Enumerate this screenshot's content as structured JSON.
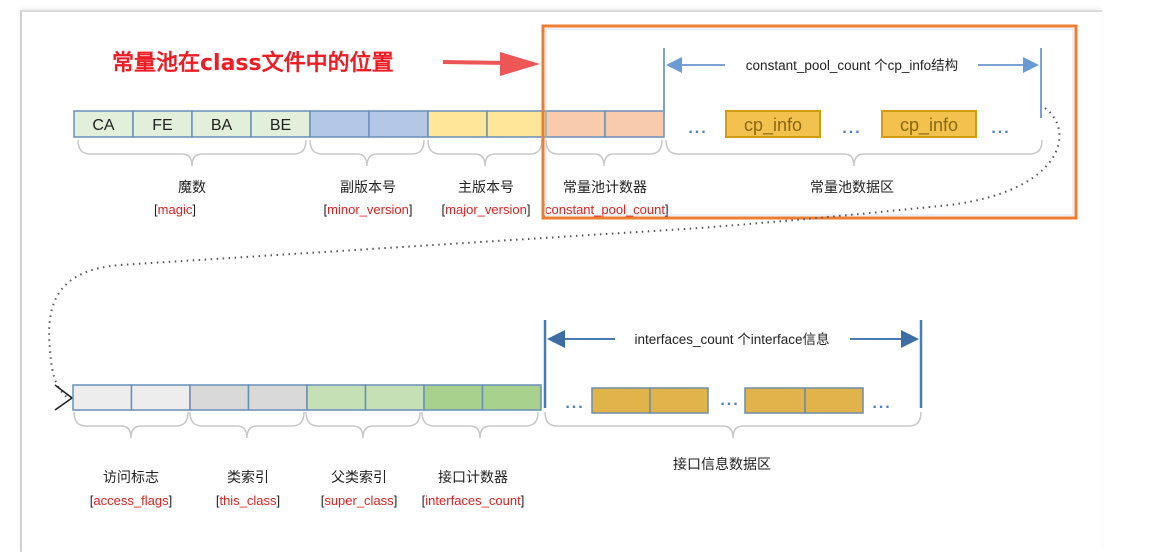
{
  "title": "常量池在class文件中的位置",
  "colors": {
    "title_red": "#ee1c24",
    "highlight_orange": "#ed7d31",
    "cell_border": "#6a8fb8",
    "magic_fill": "#e2efda",
    "minor_fill": "#b4c7e7",
    "major_fill": "#ffe699",
    "cp_count_fill": "#f8cbad",
    "cp_info_fill": "#f2c14e",
    "access_fill": "#ededed",
    "this_fill": "#d9d9d9",
    "super_fill": "#c5e0b4",
    "icount_fill": "#a9d18e",
    "interface_fill": "#e0b44a",
    "arrow_blue": "#5b8fc9",
    "arrow_dark_blue": "#3c6ea3"
  },
  "row1": {
    "magic_cells": [
      "CA",
      "FE",
      "BA",
      "BE"
    ],
    "fields": [
      {
        "cn": "魔数",
        "en": "magic"
      },
      {
        "cn": "副版本号",
        "en": "minor_version"
      },
      {
        "cn": "主版本号",
        "en": "major_version"
      },
      {
        "cn": "常量池计数器",
        "en": "constant_pool_count"
      }
    ],
    "pool": {
      "span_label": "constant_pool_count 个cp_info结构",
      "items": [
        "cp_info",
        "cp_info"
      ],
      "ellipsis": "...",
      "area_label": "常量池数据区"
    }
  },
  "row2": {
    "fields": [
      {
        "cn": "访问标志",
        "en": "access_flags"
      },
      {
        "cn": "类索引",
        "en": "this_class"
      },
      {
        "cn": "父类索引",
        "en": "super_class"
      },
      {
        "cn": "接口计数器",
        "en": "interfaces_count"
      }
    ],
    "interfaces": {
      "span_label": "interfaces_count 个interface信息",
      "ellipsis": "...",
      "area_label": "接口信息数据区"
    }
  }
}
